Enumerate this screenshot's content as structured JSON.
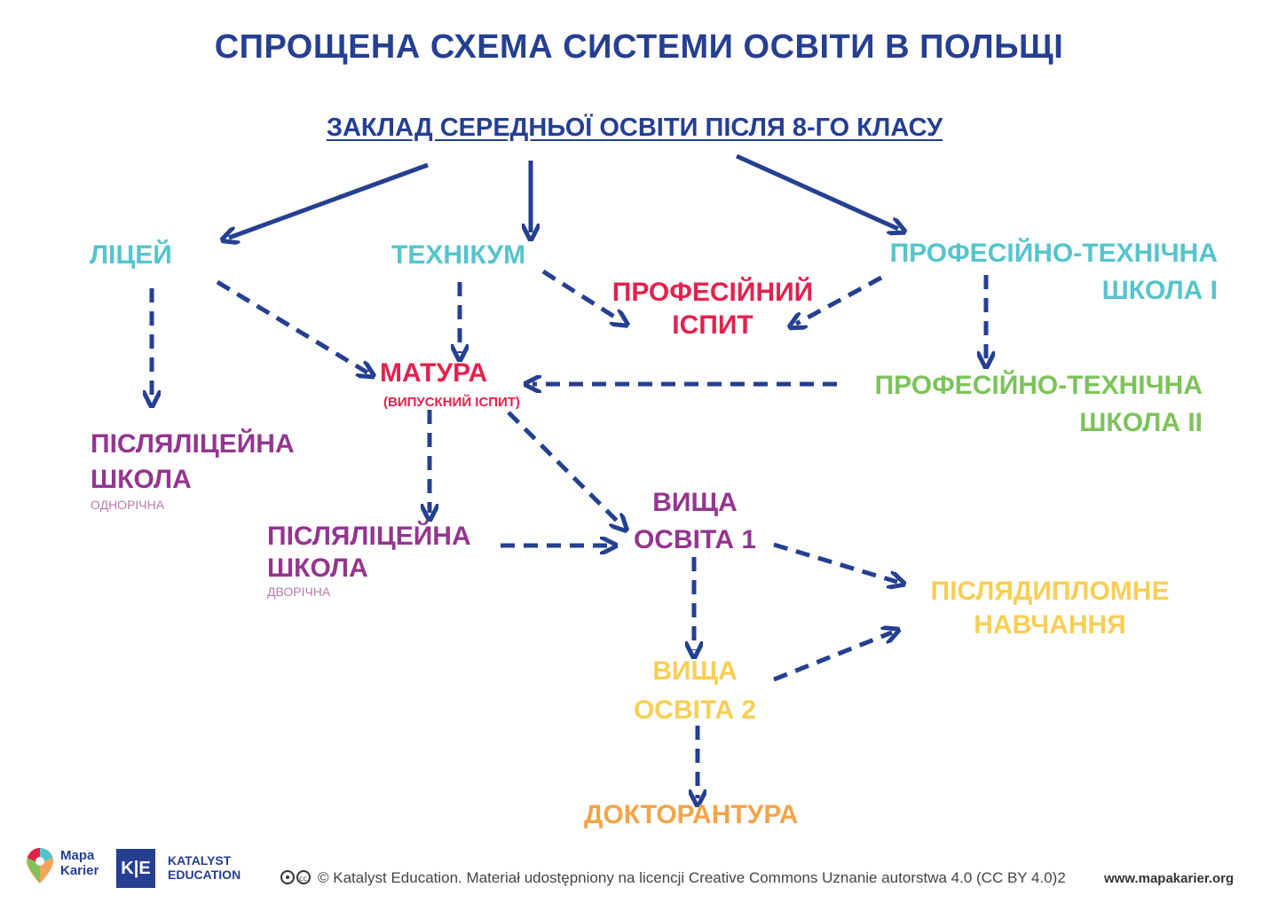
{
  "title": "СПРОЩЕНА СХЕМА СИСТЕМИ ОСВІТИ В ПОЛЬЩІ",
  "subtitle": "ЗАКЛАД СЕРЕДНЬОЇ ОСВІТИ ПІСЛЯ 8-ГО КЛАСУ",
  "nodes": {
    "liceum": "ЛІЦЕЙ",
    "technikum": "ТЕХНІКУМ",
    "vocational_1_line1": "ПРОФЕСІЙНО-ТЕХНІЧНА",
    "vocational_1_line2": "ШКОЛА I",
    "prof_exam_line1": "ПРОФЕСІЙНИЙ",
    "prof_exam_line2": "ІСПИТ",
    "matura": "МАТУРА",
    "matura_note": "(ВИПУСКНИЙ ІСПИТ)",
    "vocational_2_line1": "ПРОФЕСІЙНО-ТЕХНІЧНА",
    "vocational_2_line2": "ШКОЛА II",
    "postsec_1_line1": "ПІСЛЯЛІЦЕЙНА",
    "postsec_1_line2": "ШКОЛА",
    "postsec_1_note": "ОДНОРІЧНА",
    "postsec_2_line1": "ПІСЛЯЛІЦЕЙНА",
    "postsec_2_line2": "ШКОЛА",
    "postsec_2_note": "ДВОРІЧНА",
    "higher_1_line1": "ВИЩА",
    "higher_1_line2": "ОСВІТА 1",
    "higher_2_line1": "ВИЩА",
    "higher_2_line2": "ОСВІТА 2",
    "postgrad_line1": "ПІСЛЯДИПЛОМНЕ",
    "postgrad_line2": "НАВЧАННЯ",
    "doctorate": "ДОКТОРАНТУРА"
  },
  "footer": {
    "logo1_line1": "Mapa",
    "logo1_line2": "Karier",
    "logo2_mark": "K|E",
    "logo2_line1": "KATALYST",
    "logo2_line2": "EDUCATION",
    "license": "© Katalyst Education. Materiał udostępniony na licencji Creative Commons Uznanie autorstwa 4.0 (CC BY 4.0)2",
    "url": "www.mapakarier.org"
  },
  "colors": {
    "arrows": "#253f91",
    "teal": "#56c4cb",
    "red": "#e4214e",
    "green": "#7cc35a",
    "purple": "#94358f",
    "yellow": "#f7cf55",
    "orange": "#f3a449"
  }
}
